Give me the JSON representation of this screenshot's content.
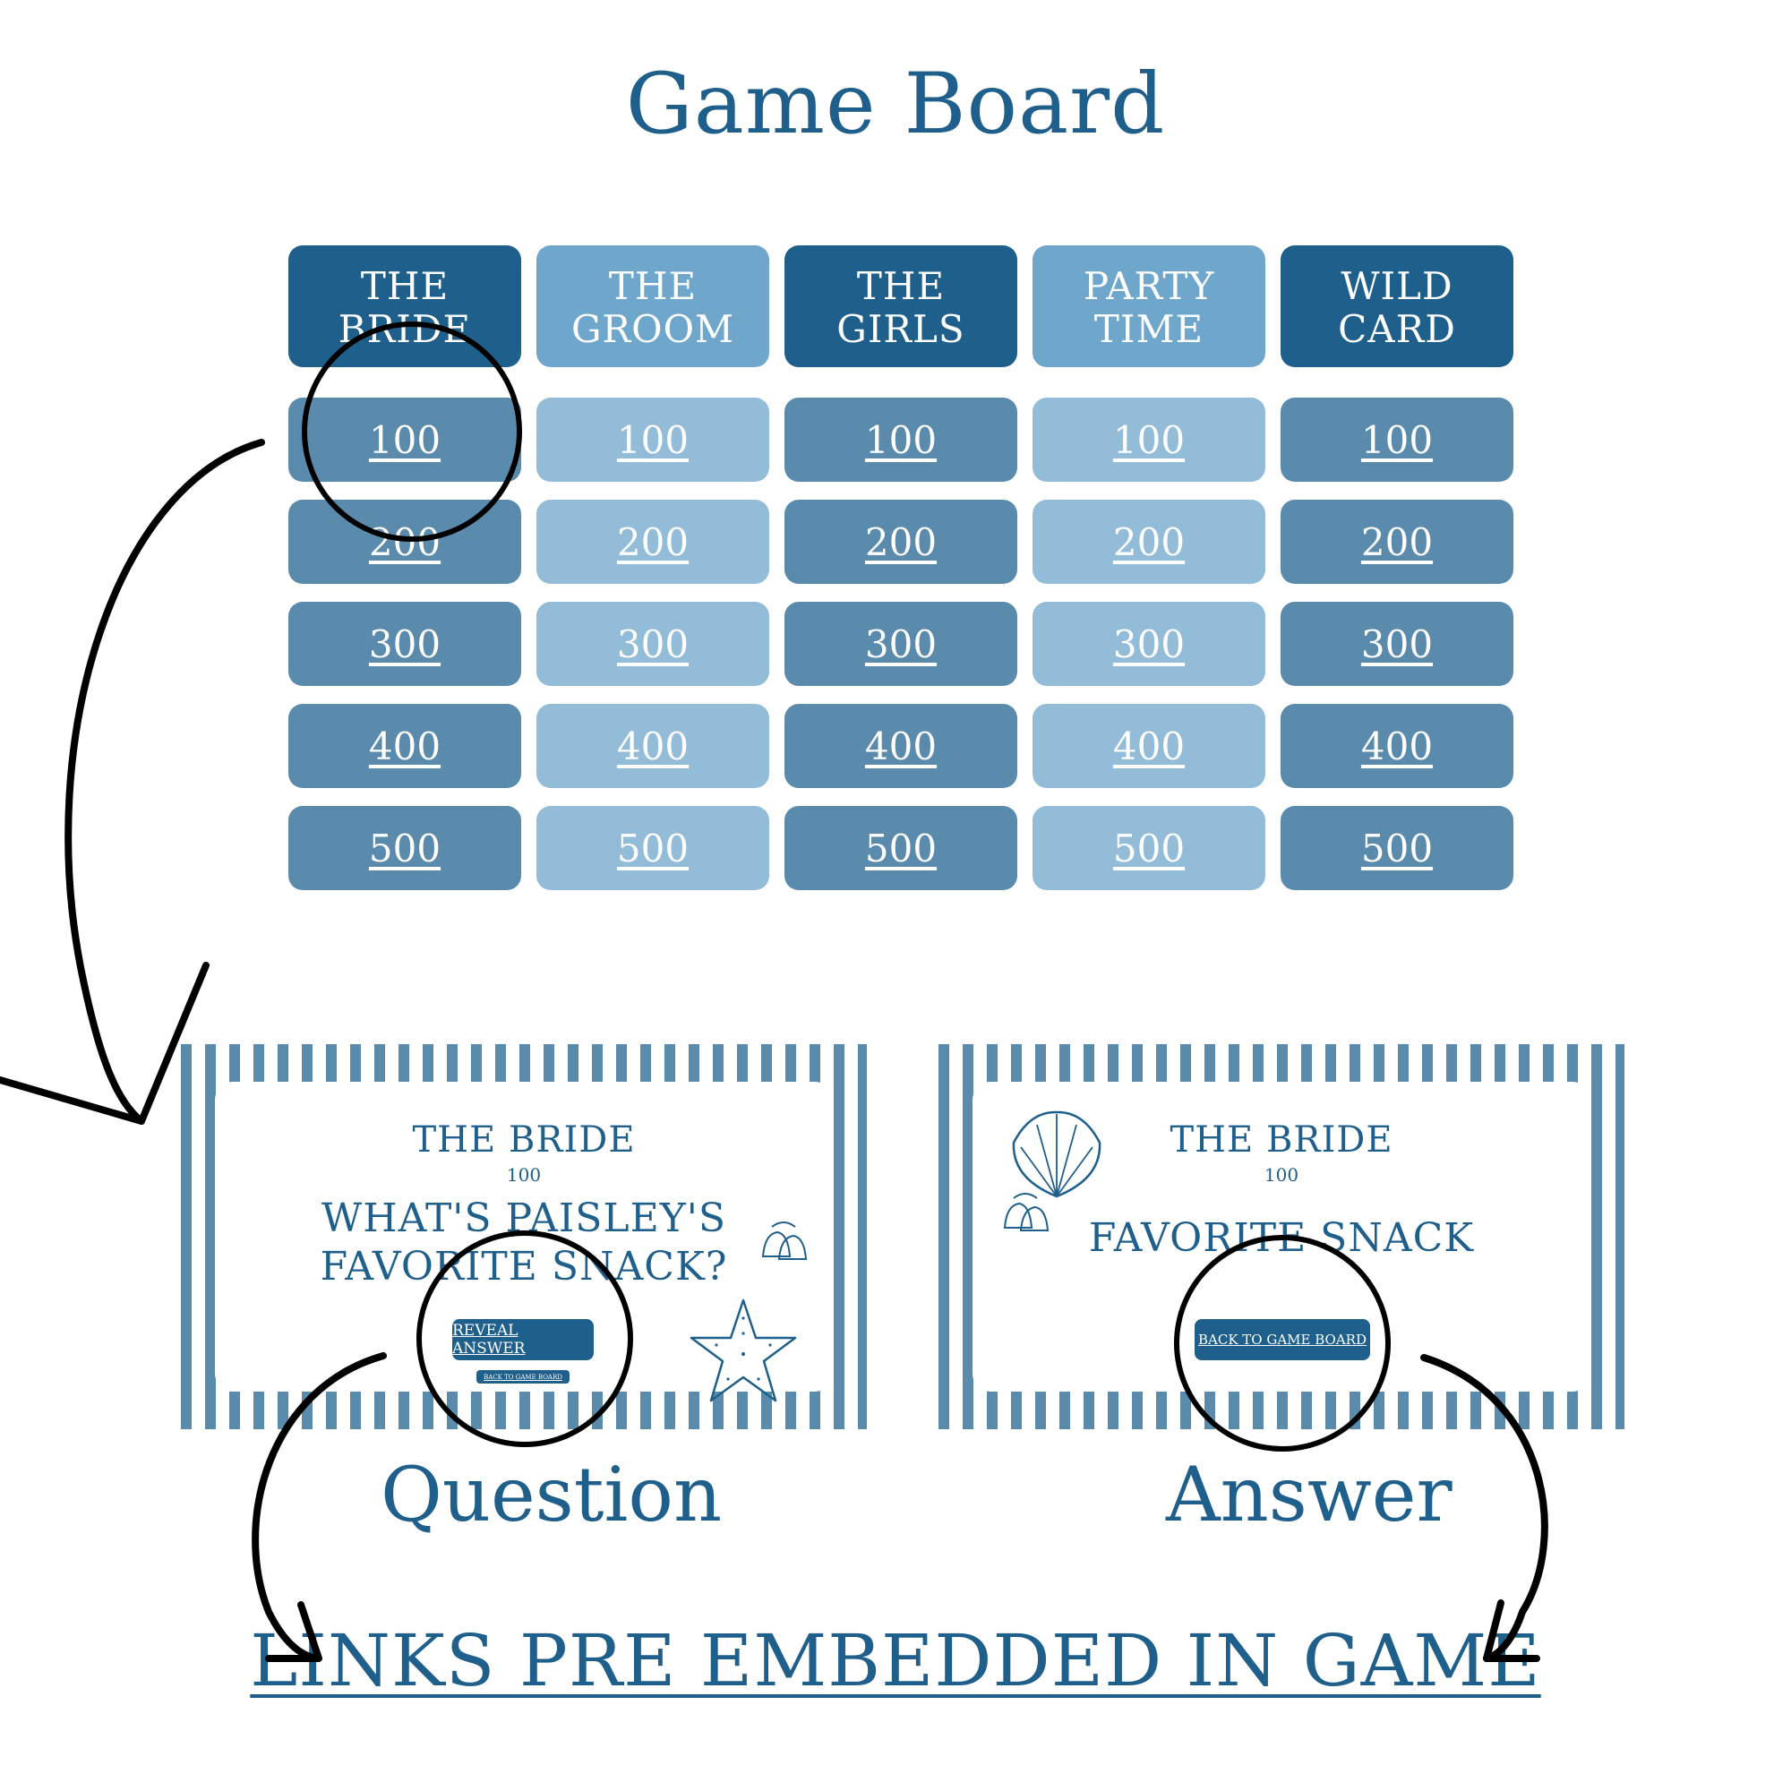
{
  "title": "Game Board",
  "colors": {
    "dark": "#1f5f8b",
    "medium": "#5a8bad",
    "light": "#93bcd8",
    "header_light": "#6fa6cb"
  },
  "board": {
    "categories": [
      {
        "line1": "THE",
        "line2": "BRIDE"
      },
      {
        "line1": "THE",
        "line2": "GROOM"
      },
      {
        "line1": "THE",
        "line2": "GIRLS"
      },
      {
        "line1": "PARTY",
        "line2": "TIME"
      },
      {
        "line1": "WILD",
        "line2": "CARD"
      }
    ],
    "values": [
      "100",
      "200",
      "300",
      "400",
      "500"
    ]
  },
  "question_card": {
    "category": "THE BRIDE",
    "value": "100",
    "question_line1": "WHAT'S PAISLEY'S",
    "question_line2": "FAVORITE SNACK?",
    "reveal_button": "REVEAL ANSWER",
    "back_button": "BACK TO GAME BOARD"
  },
  "answer_card": {
    "category": "THE BRIDE",
    "value": "100",
    "answer": "FAVORITE SNACK",
    "back_button": "BACK TO GAME BOARD"
  },
  "captions": {
    "question": "Question",
    "answer": "Answer"
  },
  "footer": "LINKS PRE EMBEDDED IN GAME"
}
